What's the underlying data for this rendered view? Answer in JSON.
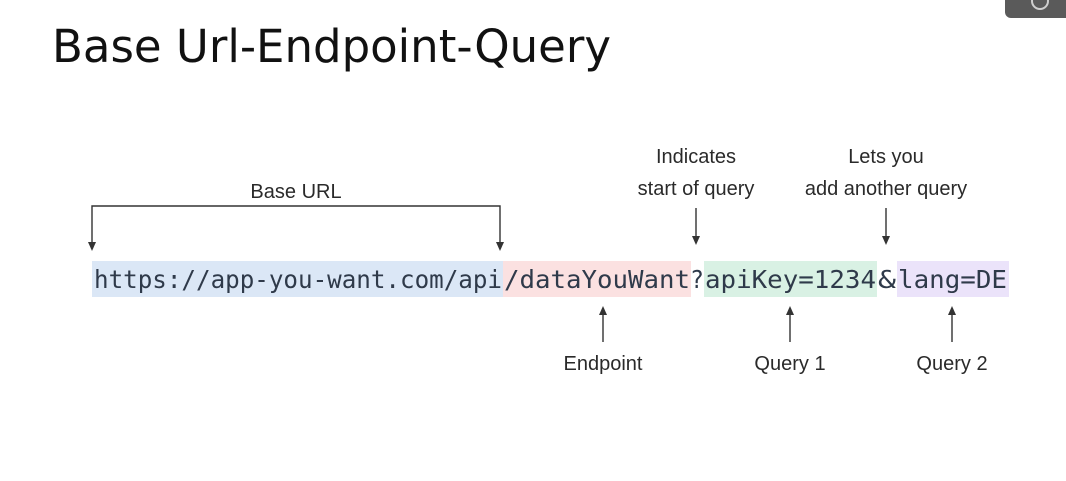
{
  "slide": {
    "title": "Base Url-Endpoint-Query"
  },
  "diagram": {
    "url_segments": {
      "base_url": "https://app-you-want.com/api",
      "endpoint": "/dataYouWant",
      "query_start": "?",
      "query1": "apiKey=1234",
      "query_separator": "&",
      "query2": "lang=DE"
    },
    "segment_colors": {
      "base_url": "#dbe7f6",
      "endpoint": "#fbe1e1",
      "query1": "#d9f1e4",
      "query2": "#ebe3fa"
    },
    "labels": {
      "base_url": "Base URL",
      "query_start_line1": "Indicates",
      "query_start_line2": "start of query",
      "separator_line1": "Lets you",
      "separator_line2": "add another query",
      "endpoint": "Endpoint",
      "query1": "Query 1",
      "query2": "Query 2"
    }
  }
}
